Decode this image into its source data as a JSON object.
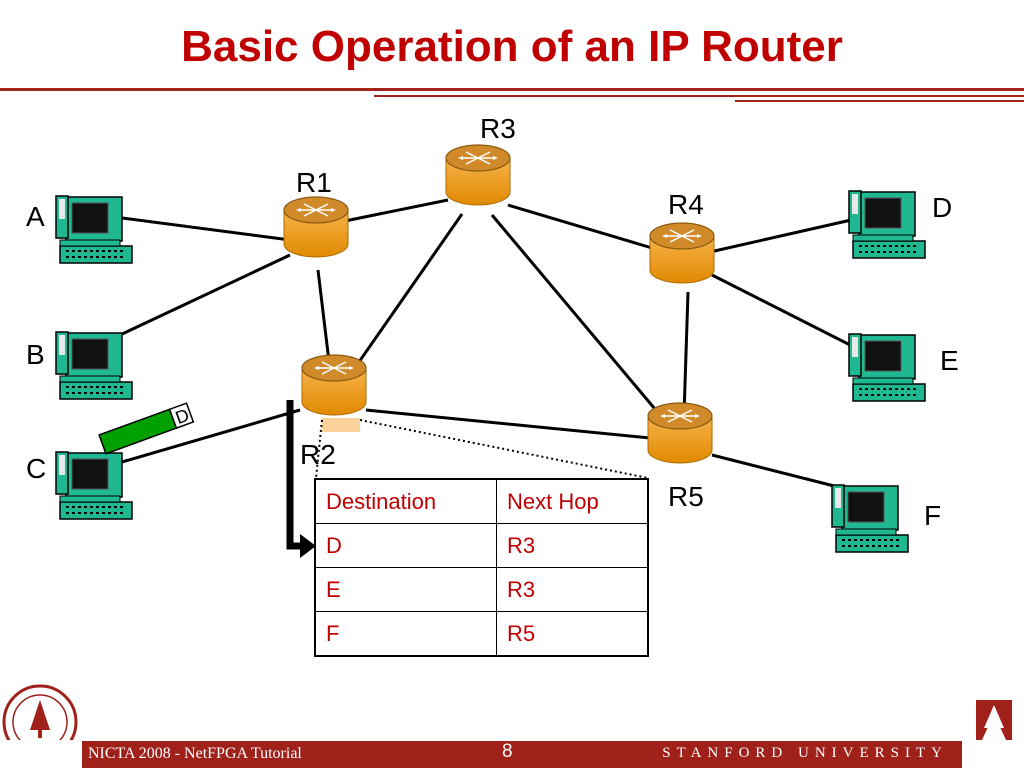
{
  "slide": {
    "title": "Basic Operation of an IP Router"
  },
  "routers": [
    {
      "id": "r1",
      "label": "R1"
    },
    {
      "id": "r2",
      "label": "R2"
    },
    {
      "id": "r3",
      "label": "R3"
    },
    {
      "id": "r4",
      "label": "R4"
    },
    {
      "id": "r5",
      "label": "R5"
    }
  ],
  "hosts": [
    {
      "id": "a",
      "label": "A"
    },
    {
      "id": "b",
      "label": "B"
    },
    {
      "id": "c",
      "label": "C"
    },
    {
      "id": "d",
      "label": "D"
    },
    {
      "id": "e",
      "label": "E"
    },
    {
      "id": "f",
      "label": "F"
    }
  ],
  "packet": {
    "label": "D",
    "color": "#00a000"
  },
  "routing_table": {
    "headers": [
      "Destination",
      "Next Hop"
    ],
    "rows": [
      [
        "D",
        "R3"
      ],
      [
        "E",
        "R3"
      ],
      [
        "F",
        "R5"
      ]
    ]
  },
  "footer": {
    "left": "NICTA 2008 - NetFPGA Tutorial",
    "page": "8",
    "right": "STANFORD UNIVERSITY"
  },
  "colors": {
    "title": "#c00000",
    "router": "#f5a623",
    "host": "#1fb890",
    "footer": "#a0201a",
    "table_text": "#c00000"
  }
}
